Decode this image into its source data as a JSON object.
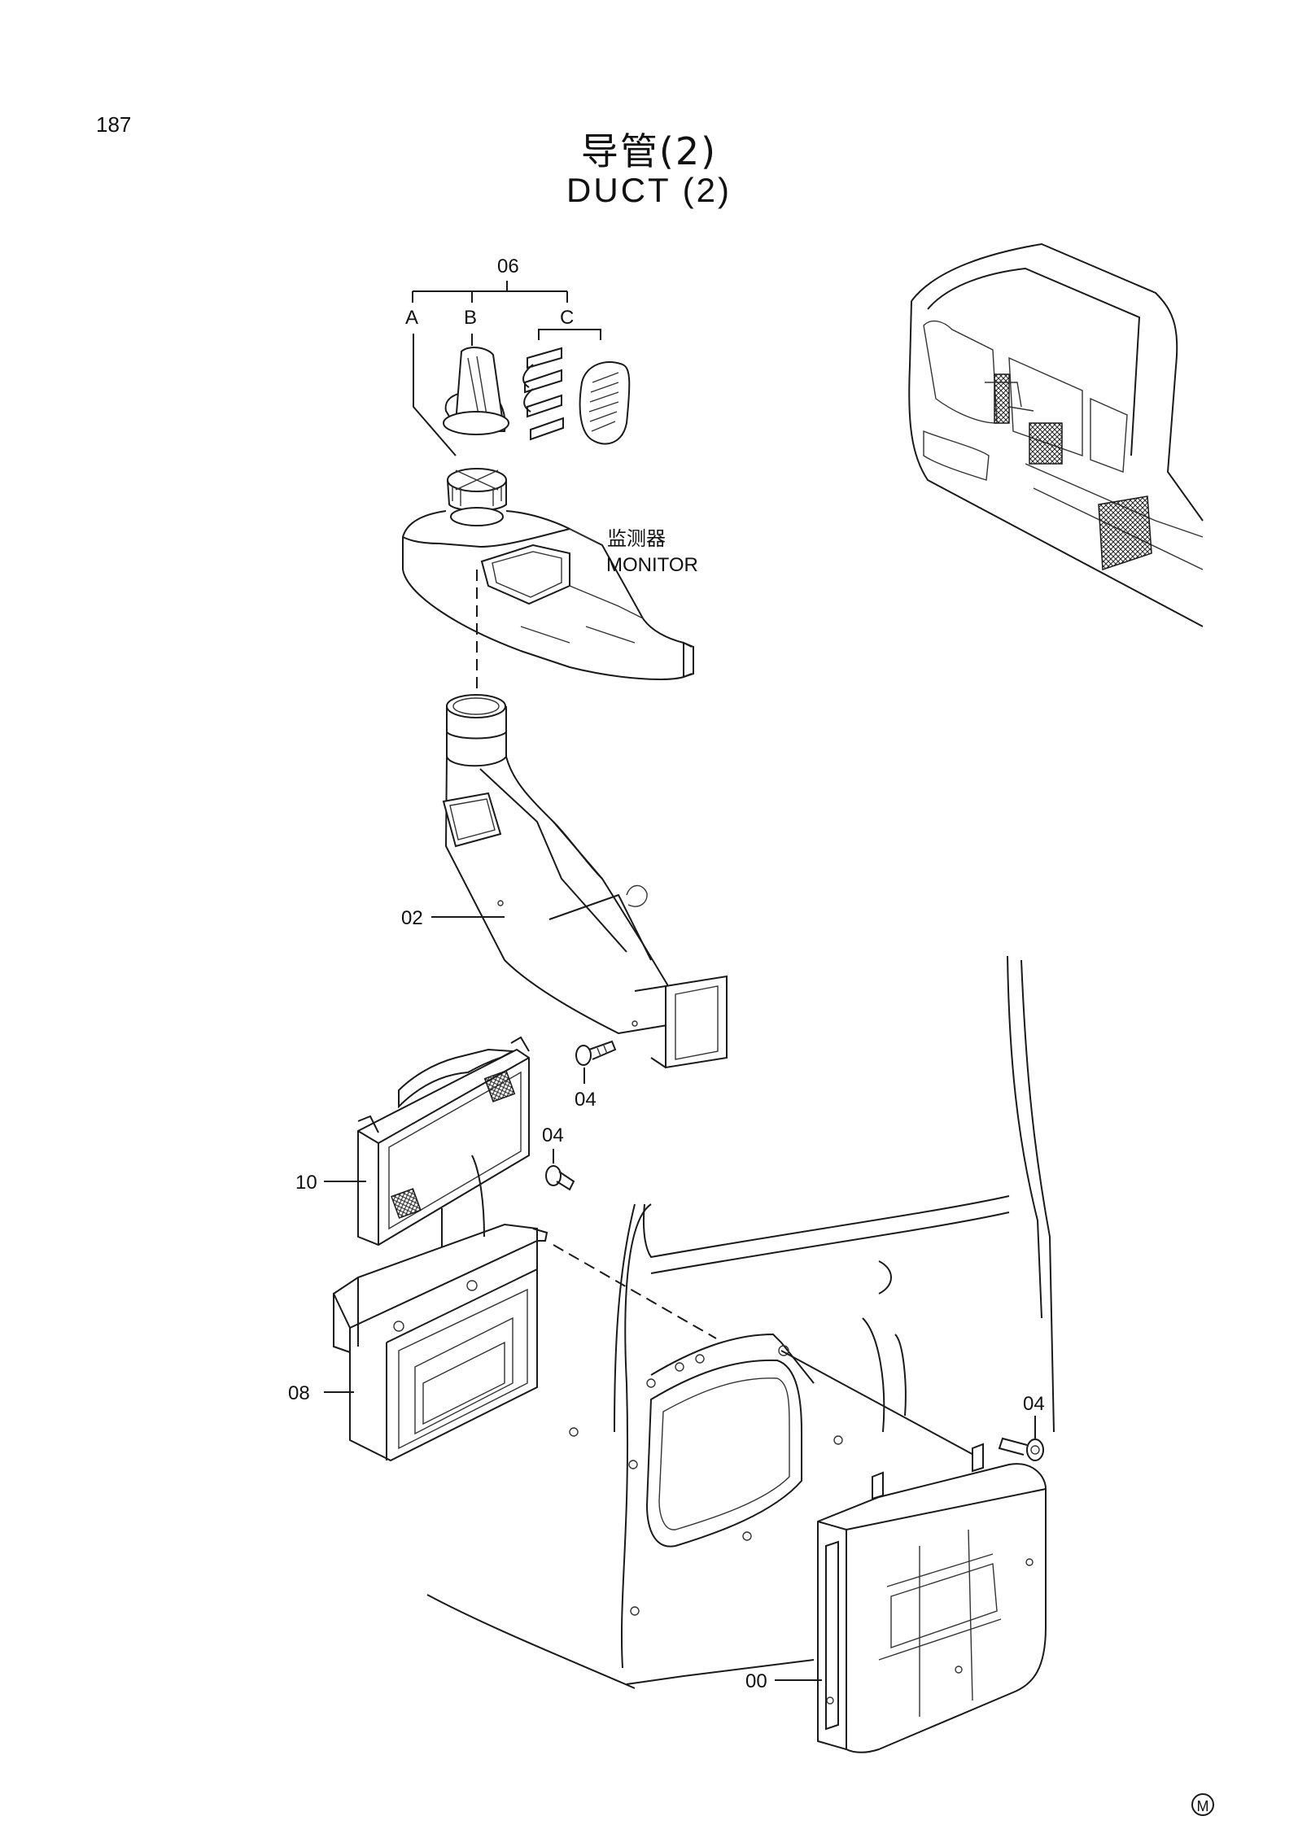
{
  "page": {
    "number": "187",
    "mark": "M"
  },
  "title": {
    "cn": "导管(2)",
    "en": "DUCT (2)"
  },
  "annotation": {
    "monitor_cn": "监测器",
    "monitor_en": "MONITOR"
  },
  "callouts": {
    "p06": "06",
    "a": "A",
    "b": "B",
    "c": "C",
    "p02": "02",
    "p04_top": "04",
    "p04_mid": "04",
    "p04_right": "04",
    "p10": "10",
    "p08": "08",
    "p00": "00"
  }
}
